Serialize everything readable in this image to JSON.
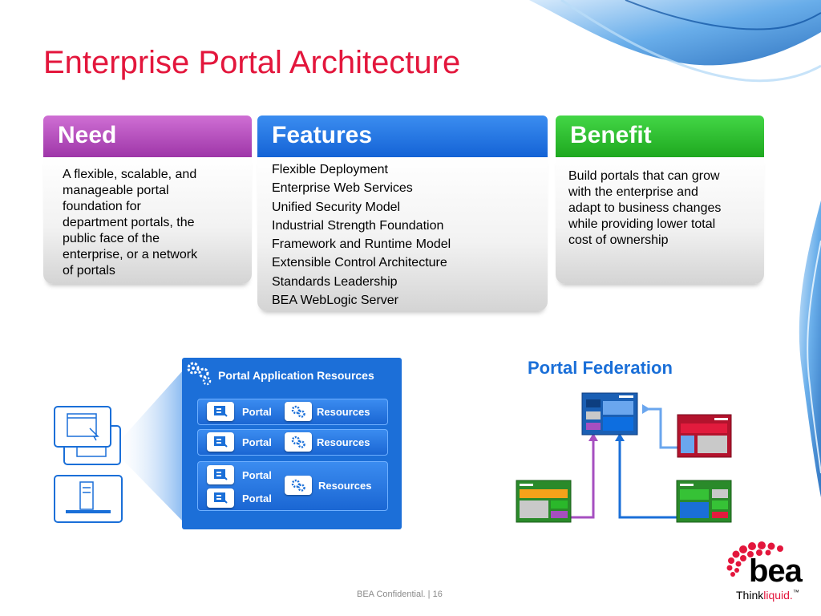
{
  "slide": {
    "title": "Enterprise Portal Architecture"
  },
  "need": {
    "header": "Need",
    "text": "A flexible, scalable, and manageable portal foundation for department portals, the public face of the enterprise, or a network of portals",
    "lines": [
      "A flexible, scalable, and",
      "manageable portal",
      "foundation for",
      "department portals, the",
      "public face of the",
      "enterprise, or a network",
      "of portals"
    ],
    "color": "#a945b2"
  },
  "features": {
    "header": "Features",
    "items": [
      "Flexible Deployment",
      "Enterprise Web Services",
      "Unified Security Model",
      "Industrial Strength Foundation",
      "Framework and Runtime Model",
      "Extensible Control Architecture",
      "Standards Leadership",
      "BEA WebLogic Server"
    ],
    "color": "#1a6fe0"
  },
  "benefit": {
    "header": "Benefit",
    "lines": [
      "Build portals that can grow",
      "with the enterprise and",
      "adapt to business changes",
      "while providing lower total",
      "cost of ownership"
    ],
    "color": "#2cbb2e"
  },
  "app_resources": {
    "title": "Portal Application Resources",
    "rows": [
      {
        "portal": "Portal",
        "resources": "Resources"
      },
      {
        "portal": "Portal",
        "resources": "Resources"
      },
      {
        "portals": [
          "Portal",
          "Portal"
        ],
        "resources": "Resources"
      }
    ],
    "icons": [
      "gears-icon",
      "browser-window-icon",
      "server-icon",
      "portal-page-icon",
      "resources-gears-icon"
    ]
  },
  "federation": {
    "title": "Portal Federation",
    "colors": {
      "accent_blue": "#1a6fd8",
      "red": "#c8102e",
      "green": "#2aa52a",
      "purple": "#a64fc0"
    }
  },
  "footer": {
    "text": "BEA Confidential.  |  16"
  },
  "logo": {
    "word": "bea",
    "tagline_1": "Think",
    "tagline_2": "liquid.",
    "trademark": "™"
  }
}
